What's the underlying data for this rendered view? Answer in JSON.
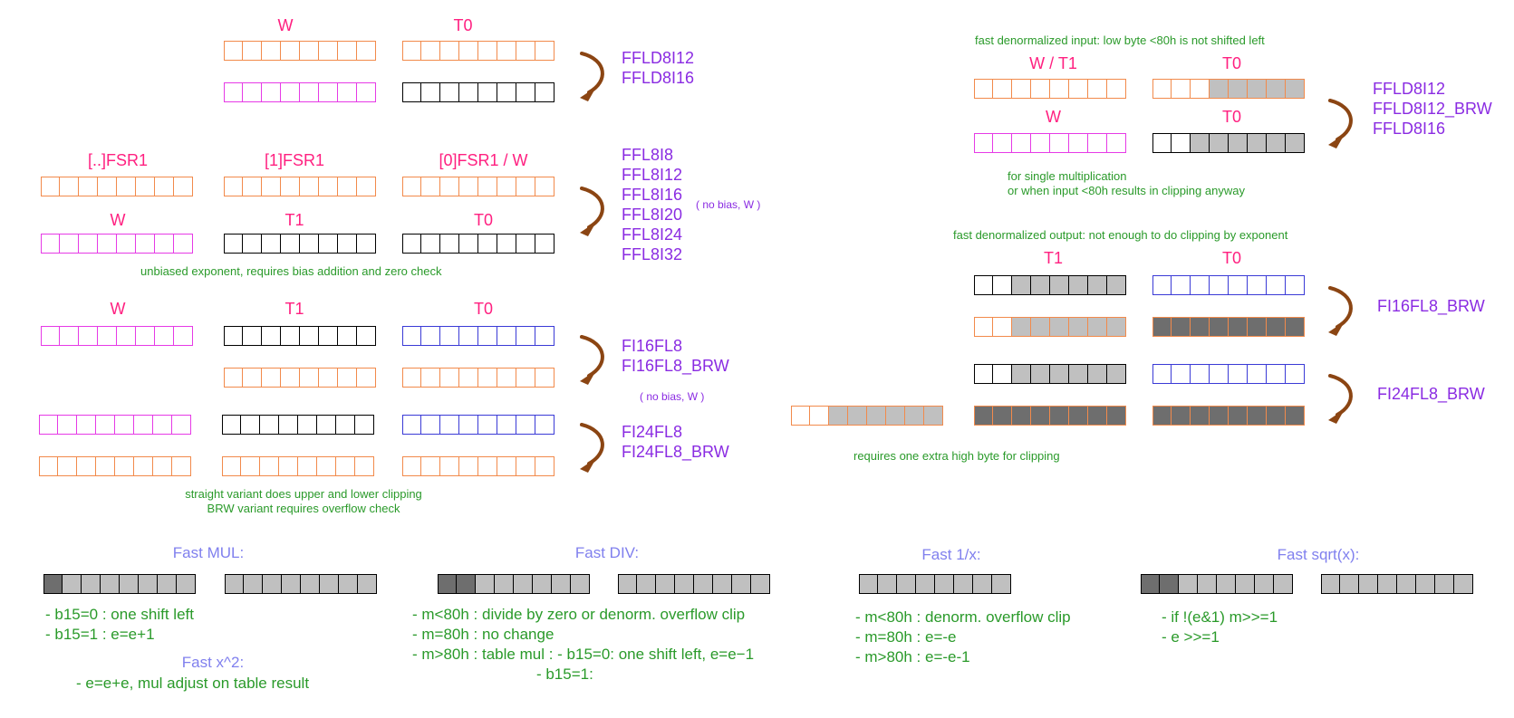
{
  "colors": {
    "orange": "#f28a4b",
    "magenta": "#e63ae6",
    "black": "#000000",
    "blue": "#3a3ad6",
    "light_gray": "#c0c0c0",
    "dark_gray": "#6e6e6e",
    "register_label": "#ff2080",
    "function_name": "#8a2be2",
    "note_text": "#2a9a2a",
    "title_text": "#8080ee",
    "arrow": "#8b4513"
  },
  "left": {
    "sec1": {
      "labels": [
        "W",
        "T0"
      ],
      "functions": "FFLD8I12\nFFLD8I16"
    },
    "sec2": {
      "labels_top": [
        "[..]FSR1",
        "[1]FSR1",
        "[0]FSR1 / W"
      ],
      "labels_bottom": [
        "W",
        "T1",
        "T0"
      ],
      "functions": "FFL8I8\nFFL8I12\nFFL8I16\nFFL8I20\nFFL8I24\nFFL8I32",
      "hint": "( no bias, W )",
      "note": "unbiased exponent, requires bias addition and zero check"
    },
    "sec3": {
      "labels": [
        "W",
        "T1",
        "T0"
      ],
      "functions_a": "FI16FL8\nFI16FL8_BRW",
      "hint": "( no bias, W )",
      "functions_b": "FI24FL8\nFI24FL8_BRW",
      "note": "straight variant does upper and lower clipping\nBRW variant requires overflow check"
    }
  },
  "right": {
    "sec1": {
      "note_top": "fast denormalized input: low byte <80h is not shifted left",
      "labels_top": [
        "W / T1",
        "T0"
      ],
      "labels_bottom": [
        "W",
        "T0"
      ],
      "functions": "FFLD8I12\nFFLD8I12_BRW\nFFLD8I16",
      "note_bottom": "for single multiplication\nor when input <80h results in clipping anyway"
    },
    "sec2": {
      "note_top": "fast denormalized output: not enough to do clipping by exponent",
      "labels": [
        "T1",
        "T0"
      ],
      "function_a": "FI16FL8_BRW",
      "function_b": "FI24FL8_BRW",
      "note_bottom": "requires one extra high byte for clipping"
    }
  },
  "bottom": {
    "mul": {
      "title": "Fast MUL:",
      "lines": "- b15=0 : one shift left\n- b15=1 : e=e+1"
    },
    "sq": {
      "title": "Fast x^2:",
      "lines": "- e=e+e, mul adjust on table result"
    },
    "div": {
      "title": "Fast DIV:",
      "lines": "- m<80h : divide by zero or denorm. overflow clip\n- m=80h : no change\n- m>80h : table mul : - b15=0: one shift left, e=e−1\n                             - b15=1:"
    },
    "inv": {
      "title": "Fast 1/x:",
      "lines": "- m<80h : denorm. overflow clip\n- m=80h : e=-e\n- m>80h : e=-e-1"
    },
    "sqrt": {
      "title": "Fast sqrt(x):",
      "lines": "- if !(e&1) m>>=1\n- e >>=1"
    }
  }
}
